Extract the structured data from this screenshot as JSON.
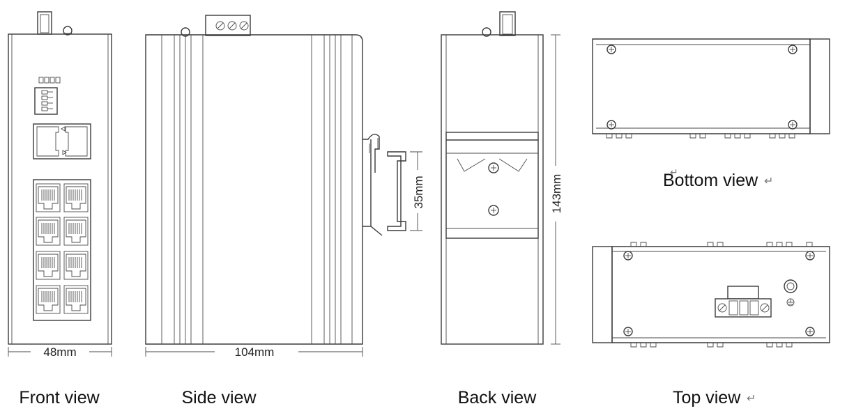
{
  "views": {
    "front": {
      "caption": "Front view",
      "width_dim": "48mm"
    },
    "side": {
      "caption": "Side view",
      "depth_dim": "104mm",
      "rail_dim": "35mm"
    },
    "back": {
      "caption": "Back view",
      "height_dim": "143mm"
    },
    "bottom": {
      "caption": "Bottom view",
      "mark": "↵"
    },
    "top": {
      "caption": "Top view",
      "mark": "↵"
    }
  }
}
